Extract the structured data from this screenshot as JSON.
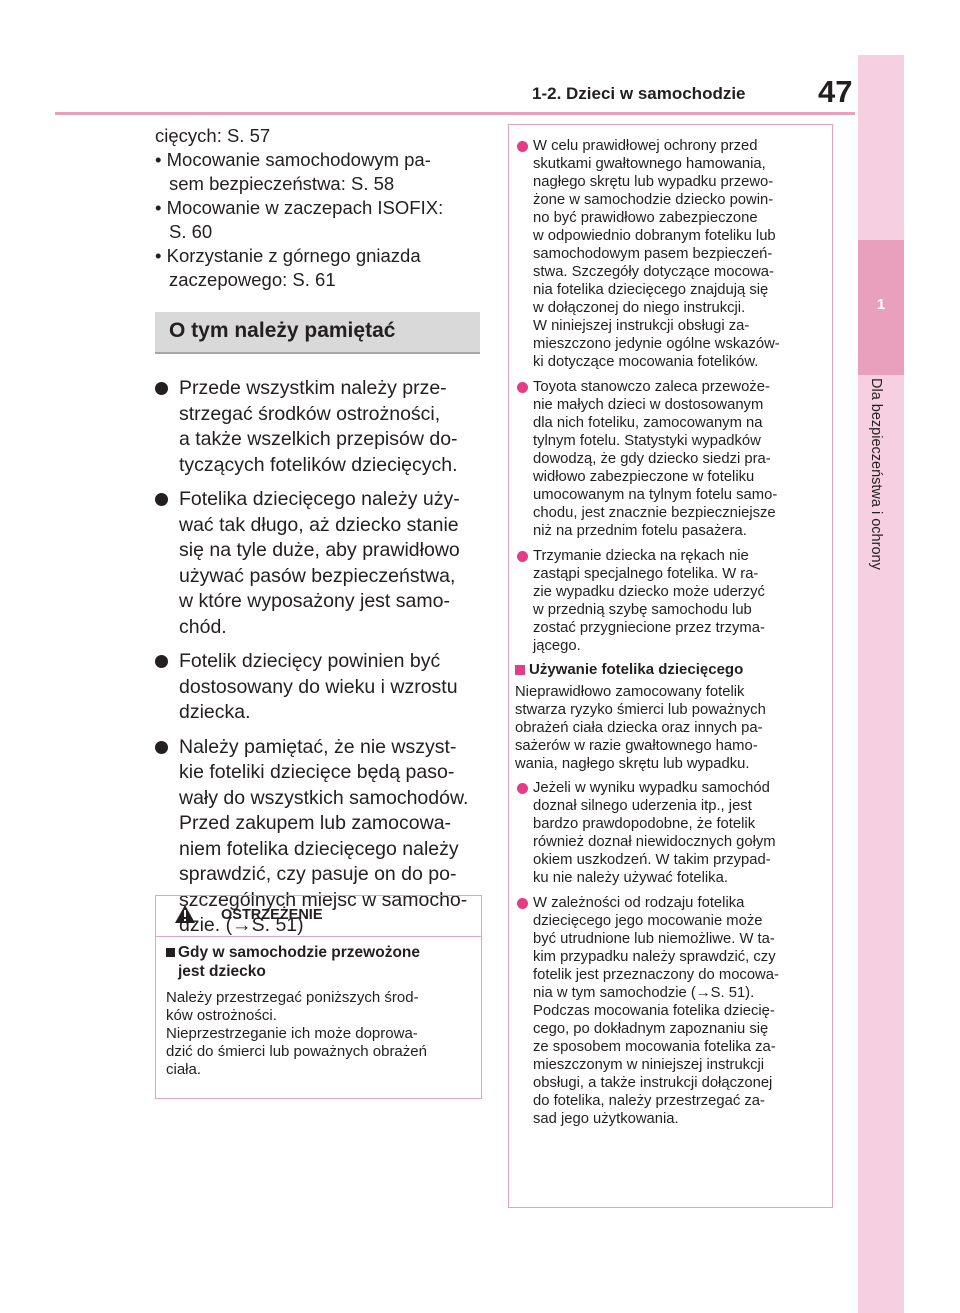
{
  "header": {
    "section_title": "1-2. Dzieci w samochodzie",
    "page_number": "47"
  },
  "side_tab": {
    "chapter_number": "1",
    "chapter_title": "Dla bezpieczeństwa i ochrony"
  },
  "left": {
    "intro": [
      "cięcych: S. 57",
      "• Mocowanie samochodowym pa-\nsem bezpieczeństwa: S. 58",
      "• Mocowanie w zaczepach ISOFIX:\nS. 60",
      "• Korzystanie z górnego gniazda\nzaczepowego: S. 61"
    ],
    "heading": "O tym należy pamiętać",
    "bullets": [
      "Przede wszystkim należy prze-\nstrzegać środków ostrożności,\na także wszelkich przepisów do-\ntyczących fotelików dziecięcych.",
      "Fotelika dziecięcego należy uży-\nwać tak długo, aż dziecko stanie\nsię na tyle duże, aby prawidłowo\nużywać pasów bezpieczeństwa,\nw które wyposażony jest samo-\nchód.",
      "Fotelik dziecięcy powinien być\ndostosowany do wieku i wzrostu\ndziecka.",
      "Należy pamiętać, że nie wszyst-\nkie foteliki dziecięce będą paso-\nwały do wszystkich samochodów.\nPrzed zakupem lub zamocowa-\nniem fotelika dziecięcego należy\nsprawdzić, czy pasuje on do po-\nszczególnych miejsc w samocho-\ndzie. (→S. 51)"
    ]
  },
  "warning": {
    "title": "OSTRZEŻENIE",
    "subtitle": "Gdy w samochodzie przewożone\njest dziecko",
    "body": "Należy przestrzegać poniższych środ-\nków ostrożności.\nNieprzestrzeganie ich może doprowa-\ndzić do śmierci lub poważnych obrażeń\nciała."
  },
  "right": {
    "bullets_1": [
      "W celu prawidłowej ochrony przed\nskutkami gwałtownego hamowania,\nnagłego skrętu lub wypadku przewo-\nżone w samochodzie dziecko powin-\nno być prawidłowo zabezpieczone\nw odpowiednio dobranym foteliku lub\nsamochodowym pasem bezpieczeń-\nstwa. Szczegóły dotyczące mocowa-\nnia fotelika dziecięcego znajdują się\nw dołączonej do niego instrukcji.\nW niniejszej instrukcji obsługi za-\nmieszczono jedynie ogólne wskazów-\nki dotyczące mocowania fotelików.",
      "Toyota stanowczo zaleca przewoże-\nnie małych dzieci w dostosowanym\ndla nich foteliku, zamocowanym na\ntylnym fotelu. Statystyki wypadków\ndowodzą, że gdy dziecko siedzi pra-\nwidłowo zabezpieczone w foteliku\numocowanym na tylnym fotelu samo-\nchodu, jest znacznie bezpieczniejsze\nniż na przednim fotelu pasażera.",
      "Trzymanie dziecka na rękach nie\nzastąpi specjalnego fotelika. W ra-\nzie wypadku dziecko może uderzyć\nw przednią szybę samochodu lub\nzostać przygniecione przez trzyma-\njącego."
    ],
    "subheading": "Używanie fotelika dziecięcego",
    "paragraph": "Nieprawidłowo zamocowany fotelik\nstwarza ryzyko śmierci lub poważnych\nobrażeń ciała dziecka oraz innych pa-\nsażerów w razie gwałtownego hamo-\nwania, nagłego skrętu lub wypadku.",
    "bullets_2": [
      "Jeżeli w wyniku wypadku samochód\ndoznał silnego uderzenia itp., jest\nbardzo prawdopodobne, że fotelik\nrównież doznał niewidocznych gołym\nokiem uszkodzeń. W takim przypad-\nku nie należy używać fotelika.",
      "W zależności od rodzaju fotelika\ndziecięcego jego mocowanie może\nbyć utrudnione lub niemożliwe. W ta-\nkim przypadku należy sprawdzić, czy\nfotelik jest przeznaczony do mocowa-\nnia w tym samochodzie (→S. 51).\nPodczas mocowania fotelika dziecię-\ncego, po dokładnym zapoznaniu się\nze sposobem mocowania fotelika za-\nmieszczonym w niniejszej instrukcji\nobsługi, a także instrukcji dołączonej\ndo fotelika, należy przestrzegać za-\nsad jego użytkowania."
    ]
  },
  "colors": {
    "accent_pink": "#e63b86",
    "tab_light": "#f6cfe0",
    "tab_dark": "#e8a0bd",
    "heading_gray": "#d9d9d9"
  }
}
